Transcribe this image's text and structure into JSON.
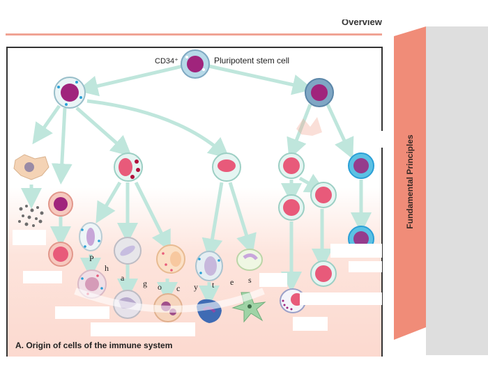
{
  "header": {
    "section_title": "Overview"
  },
  "sidebar": {
    "tab_label": "Fundamental Principles"
  },
  "figure": {
    "caption": "A. Origin of cells of the immune system",
    "stem_marker": "CD34⁺",
    "stem_label": "Pluripotent stem cell",
    "phagocytes_letters": [
      "P",
      "h",
      "a",
      "g",
      "o",
      "c",
      "y",
      "t",
      "e",
      "s"
    ]
  },
  "colors": {
    "arrow": "#bfe6dc",
    "nucleus": "#e85a7a",
    "granule_blue": "#2a9fd6",
    "accent_tab": "#f08c78"
  }
}
